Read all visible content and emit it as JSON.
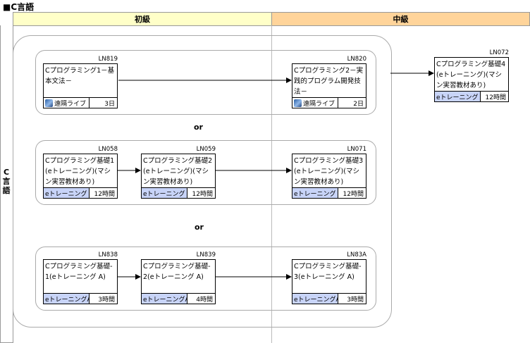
{
  "title": "■C言語",
  "levels": {
    "beginner": "初級",
    "intermediate": "中級"
  },
  "side_label": "C言語",
  "or_labels": [
    "or",
    "or"
  ],
  "courses": [
    {
      "code": "LN819",
      "name": "Cプログラミング1－基本文法－",
      "mode": "遠隔ライブ",
      "mode_type": "remote",
      "duration": "3日"
    },
    {
      "code": "LN820",
      "name": "Cプログラミング2－実践的プログラム開発技法－",
      "mode": "遠隔ライブ",
      "mode_type": "remote",
      "duration": "2日"
    },
    {
      "code": "LN072",
      "name": "Cプログラミング基礎4 (eトレーニング)(マシン実習教材あり)",
      "mode": "eトレーニング",
      "mode_type": "e",
      "duration": "12時間"
    },
    {
      "code": "LN058",
      "name": "Cプログラミング基礎1 (eトレーニング)(マシン実習教材あり)",
      "mode": "eトレーニング",
      "mode_type": "e",
      "duration": "12時間"
    },
    {
      "code": "LN059",
      "name": "Cプログラミング基礎2 (eトレーニング)(マシン実習教材あり)",
      "mode": "eトレーニング",
      "mode_type": "e",
      "duration": "12時間"
    },
    {
      "code": "LN071",
      "name": "Cプログラミング基礎3 (eトレーニング)(マシン実習教材あり)",
      "mode": "eトレーニング",
      "mode_type": "e",
      "duration": "12時間"
    },
    {
      "code": "LN838",
      "name": "Cプログラミング基礎-1(eトレーニング A)",
      "mode": "eトレーニングA",
      "mode_type": "e",
      "duration": "3時間"
    },
    {
      "code": "LN839",
      "name": "Cプログラミング基礎-2(eトレーニング A)",
      "mode": "eトレーニングA",
      "mode_type": "e",
      "duration": "4時間"
    },
    {
      "code": "LN83A",
      "name": "Cプログラミング基礎-3(eトレーニング A)",
      "mode": "eトレーニングA",
      "mode_type": "e",
      "duration": "3時間"
    }
  ],
  "colors": {
    "beginner_header": "#ffffc8",
    "intermediate_header": "#ffd49a",
    "e_training_cell": "#c8d4f8"
  }
}
